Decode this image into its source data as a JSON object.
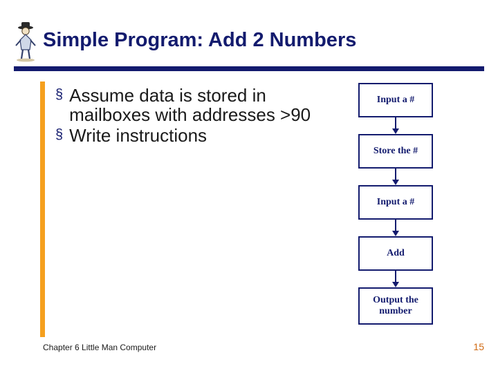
{
  "slide": {
    "title": "Simple Program:  Add 2 Numbers",
    "mascot_icon": "little-man-icon",
    "bullets": [
      {
        "marker": "§",
        "text": "Assume data is stored in mailboxes with addresses >90"
      },
      {
        "marker": "§",
        "text": "Write instructions"
      }
    ],
    "flowchart": {
      "steps": [
        "Input a #",
        "Store the #",
        "Input a #",
        "Add",
        "Output the number"
      ]
    },
    "footer": "Chapter 6 Little Man Computer",
    "page_number": "15",
    "colors": {
      "title": "#131b6e",
      "rule": "#131b6e",
      "accent_bar": "#f5a01e",
      "page_number": "#d06a12",
      "box_border": "#131b6e"
    }
  }
}
